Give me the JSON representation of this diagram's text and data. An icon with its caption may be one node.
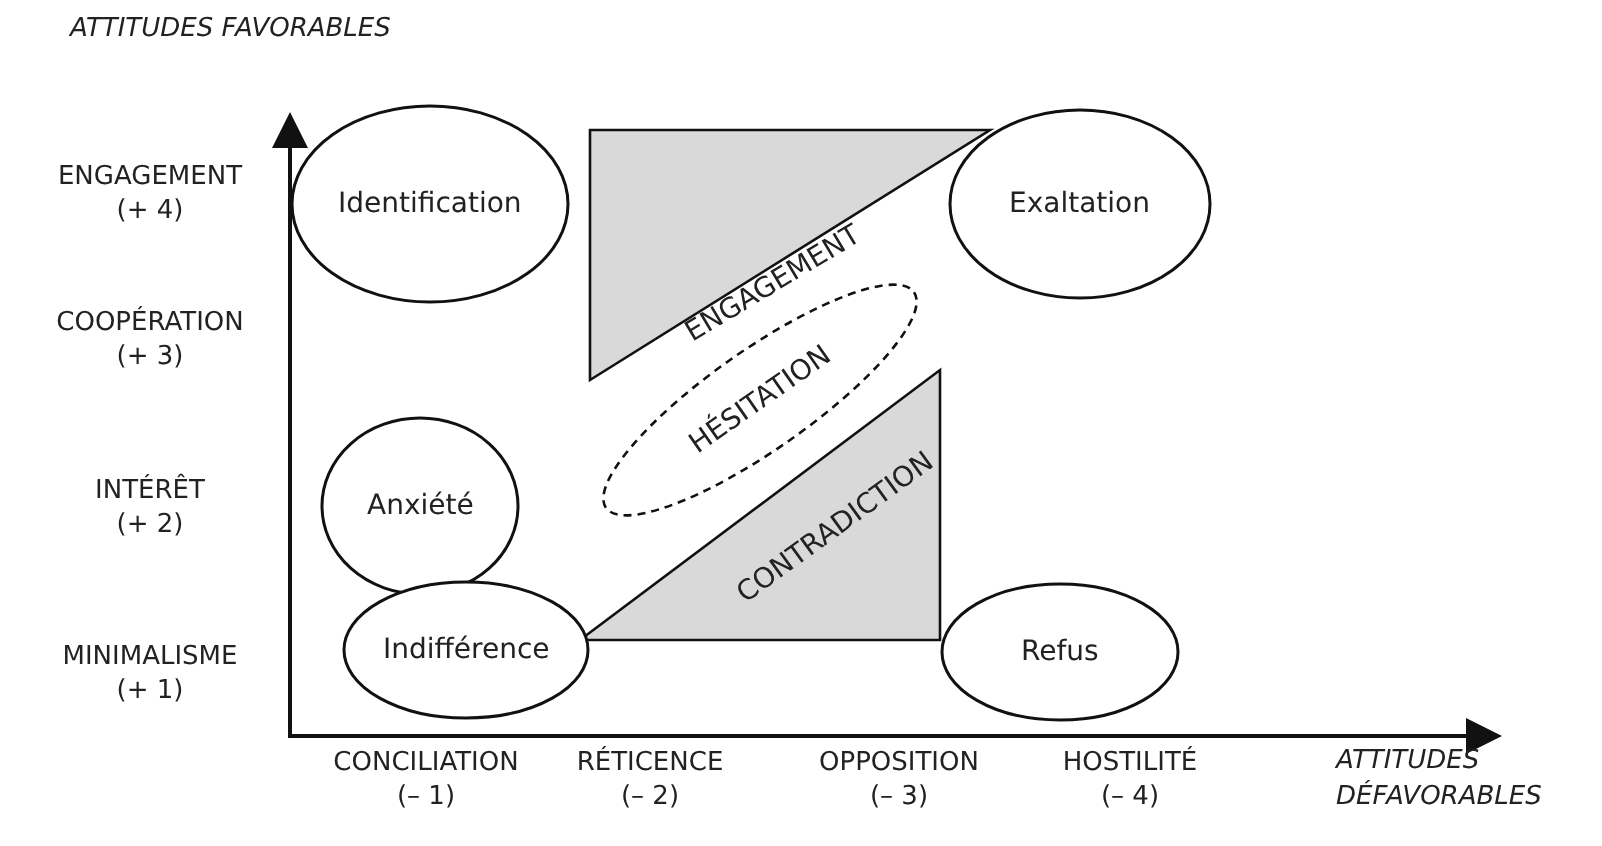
{
  "diagram": {
    "nodes": [
      {
        "text": [
          "Identification"
        ]
      },
      {
        "text": [
          "ENGAGEMENT"
        ]
      },
      {
        "text": [
          "Exaltation"
        ]
      },
      {
        "text": [
          "HÉSITATION"
        ]
      },
      {
        "text": [
          "CONTRADICTION"
        ]
      },
      {
        "text": [
          "Anxiété"
        ]
      },
      {
        "text": [
          "Indifférence"
        ]
      },
      {
        "text": [
          "Refus"
        ]
      }
    ],
    "edges": [],
    "labels": [
      "ATTITUDES FAVORABLES",
      "ENGAGEMENT (+ 4)",
      "COOPÉRATION (+ 3)",
      "INTÉRÊT (+ 2)",
      "MINIMALISME (+ 1)",
      "CONCILIATION (– 1)",
      "RÉTICENCE (– 2)",
      "OPPOSITION (– 3)",
      "HOSTILITÉ (– 4)",
      "ATTITUDES DÉFAVORABLES"
    ]
  }
}
